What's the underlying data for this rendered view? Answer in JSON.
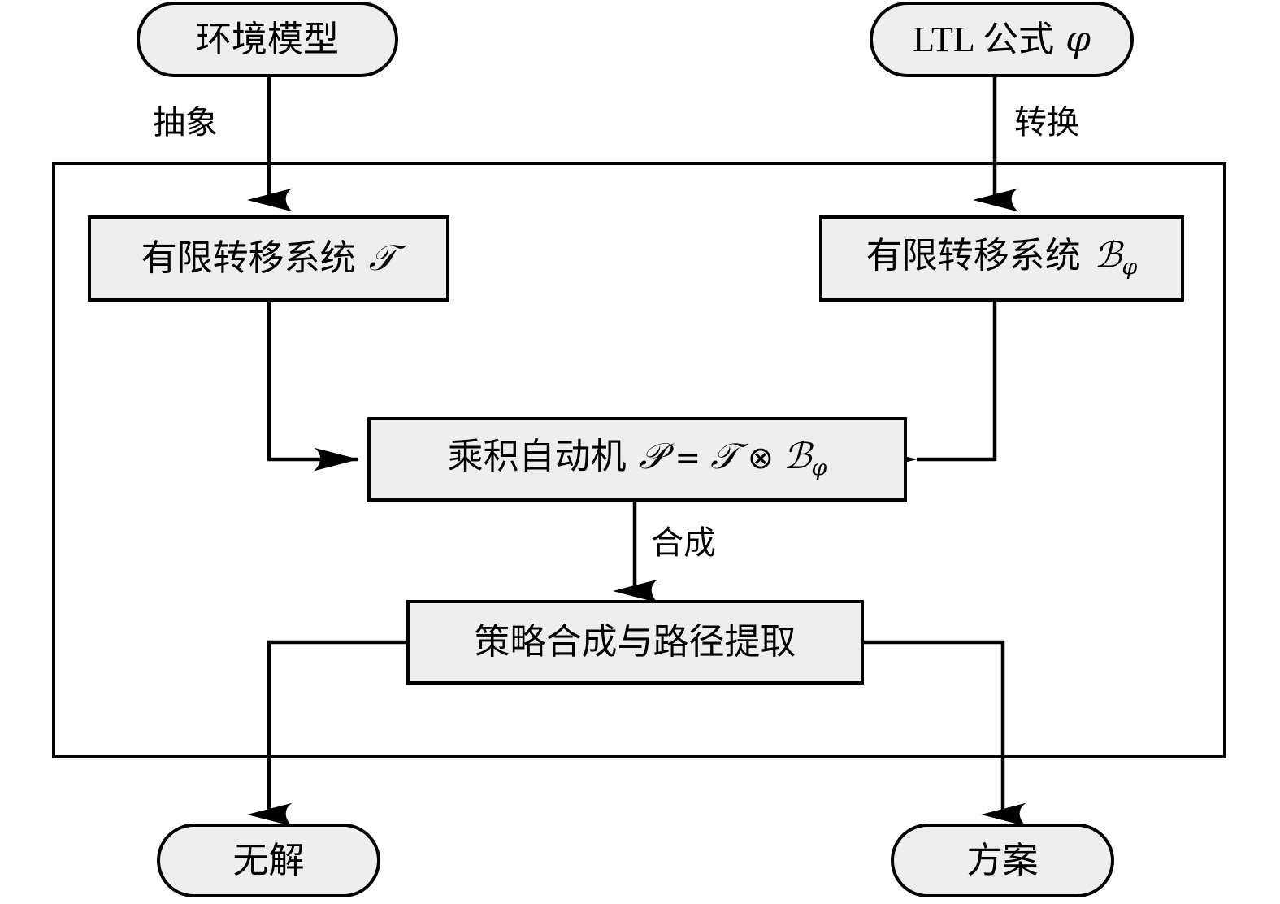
{
  "diagram": {
    "title_visible": false,
    "background_color": "#ffffff",
    "node_fill": "#eeeeee",
    "stroke_color": "#000000"
  },
  "nodes": {
    "env_model": {
      "label": "环境模型",
      "shape": "rounded-terminal"
    },
    "ltl_formula": {
      "label_main": "LTL 公式",
      "label_symbol": "φ",
      "shape": "rounded-terminal"
    },
    "ts_left": {
      "label_main": "有限转移系统",
      "label_symbol": "𝒯",
      "shape": "rectangle"
    },
    "ts_right": {
      "label_main": "有限转移系统",
      "label_symbol": "ℬ",
      "label_subscript": "φ",
      "shape": "rectangle"
    },
    "product_automaton": {
      "label_main": "乘积自动机",
      "symbol_p": "𝒫",
      "equals": "=",
      "symbol_t": "𝒯",
      "tensor": "⊗",
      "symbol_b": "ℬ",
      "subscript": "φ",
      "shape": "rectangle"
    },
    "strategy_synthesis": {
      "label": "策略合成与路径提取",
      "shape": "rectangle"
    },
    "no_solution": {
      "label": "无解",
      "shape": "rounded-terminal"
    },
    "plan": {
      "label": "方案",
      "shape": "rounded-terminal"
    }
  },
  "edge_labels": {
    "abstraction": "抽象",
    "translation": "转换",
    "synthesis": "合成"
  }
}
